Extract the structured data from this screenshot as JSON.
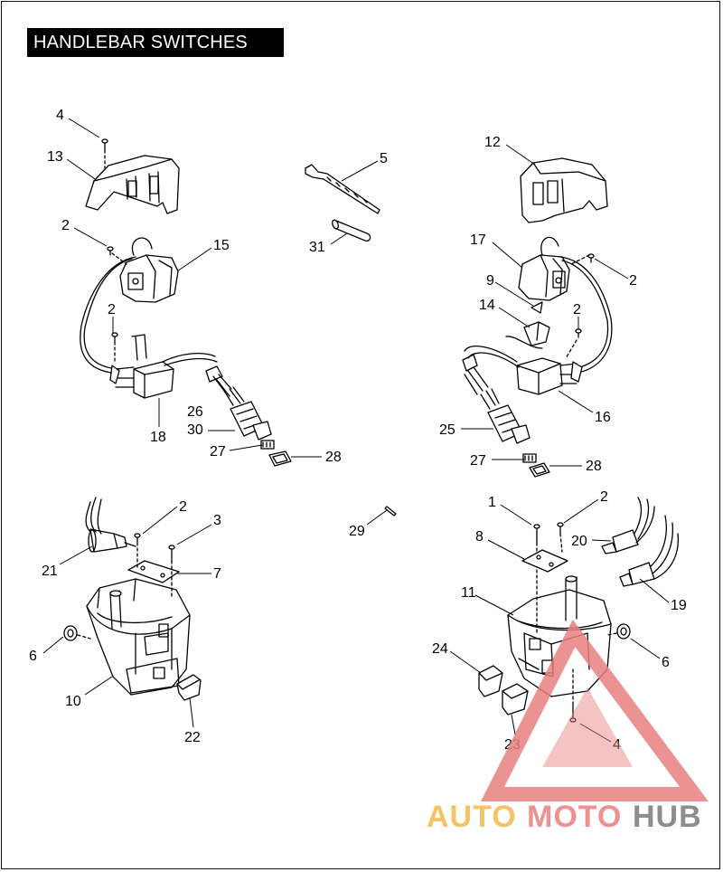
{
  "title": "HANDLEBAR SWITCHES",
  "labels": {
    "l4a": "4",
    "l13": "13",
    "l2a": "2",
    "l15": "15",
    "l2b": "2",
    "l18": "18",
    "l26": "26",
    "l30": "30",
    "l27a": "27",
    "l28a": "28",
    "l5": "5",
    "l31": "31",
    "l12": "12",
    "l17": "17",
    "l2c": "2",
    "l9": "9",
    "l14": "14",
    "l2d": "2",
    "l16": "16",
    "l25": "25",
    "l27b": "27",
    "l28b": "28",
    "l2e": "2",
    "l3": "3",
    "l7": "7",
    "l21": "21",
    "l6a": "6",
    "l10": "10",
    "l22": "22",
    "l29": "29",
    "l1": "1",
    "l2f": "2",
    "l8": "8",
    "l20": "20",
    "l11": "11",
    "l19": "19",
    "l6b": "6",
    "l24": "24",
    "l23": "23",
    "l4b": "4"
  },
  "watermark": {
    "part1": "AUTO",
    "part2": "MOTO",
    "part3": "HUB",
    "color_orange": "#f5b84a",
    "color_red": "#e88080",
    "color_gray": "#7a7a7a"
  }
}
